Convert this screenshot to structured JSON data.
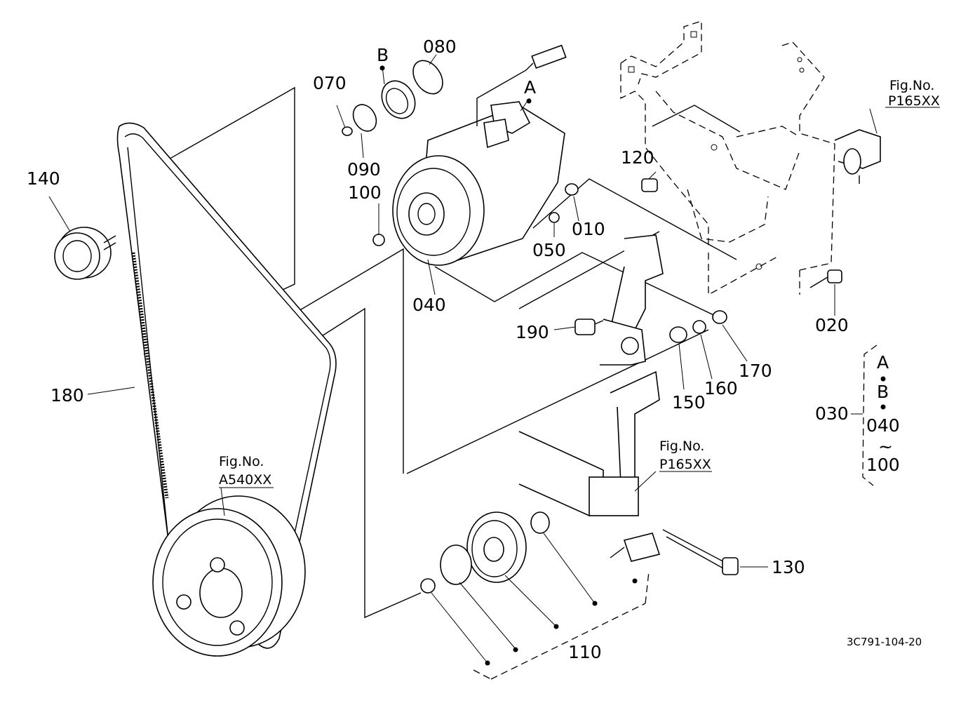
{
  "parts": {
    "p010": "010",
    "p020": "020",
    "p030": "030",
    "p040": "040",
    "p050": "050",
    "p070": "070",
    "p080": "080",
    "p090": "090",
    "p100": "100",
    "p110": "110",
    "p120": "120",
    "p130": "130",
    "p140": "140",
    "p150": "150",
    "p160": "160",
    "p170": "170",
    "p180": "180",
    "p190": "190"
  },
  "markers": {
    "a": "A",
    "b": "B"
  },
  "fig_refs": {
    "top_right": {
      "title": "Fig.No.",
      "number": "P165XX"
    },
    "middle": {
      "title": "Fig.No.",
      "number": "P165XX"
    },
    "pulley": {
      "title": "Fig.No.",
      "number": "A540XX"
    }
  },
  "set_group": {
    "a": "A",
    "b": "B",
    "from": "040",
    "tilde": "~",
    "to": "100"
  },
  "drawing_code": "3C791-104-20"
}
